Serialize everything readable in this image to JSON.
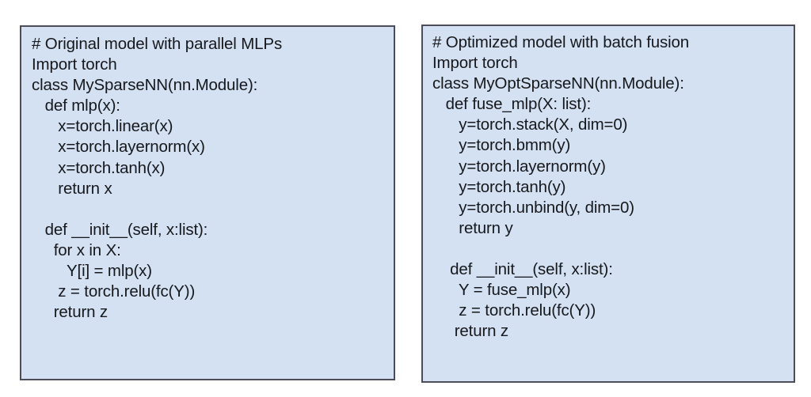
{
  "page": {
    "background_color": "#ffffff",
    "panel_fill_color": "#d4e1f3",
    "panel_border_color": "#4c4d58",
    "text_color": "#16181c"
  },
  "panels": [
    {
      "id": "original-model",
      "title_comment": "# Original model with parallel MLPs",
      "lines": [
        "# Original model with parallel MLPs",
        "Import torch",
        "class MySparseNN(nn.Module):",
        "   def mlp(x):",
        "      x=torch.linear(x)",
        "      x=torch.layernorm(x)",
        "      x=torch.tanh(x)",
        "      return x",
        "",
        "   def __init__(self, x:list):",
        "     for x in X:",
        "        Y[i] = mlp(x)",
        "      z = torch.relu(fc(Y))",
        "     return z"
      ]
    },
    {
      "id": "optimized-model",
      "title_comment": "# Optimized model with batch fusion",
      "lines": [
        "# Optimized model with batch fusion",
        "Import torch",
        "class MyOptSparseNN(nn.Module):",
        "   def fuse_mlp(X: list):",
        "      y=torch.stack(X, dim=0)",
        "      y=torch.bmm(y)",
        "      y=torch.layernorm(y)",
        "      y=torch.tanh(y)",
        "      y=torch.unbind(y, dim=0)",
        "      return y",
        "",
        "    def __init__(self, x:list):",
        "      Y = fuse_mlp(x)",
        "      z = torch.relu(fc(Y))",
        "     return z"
      ]
    }
  ]
}
